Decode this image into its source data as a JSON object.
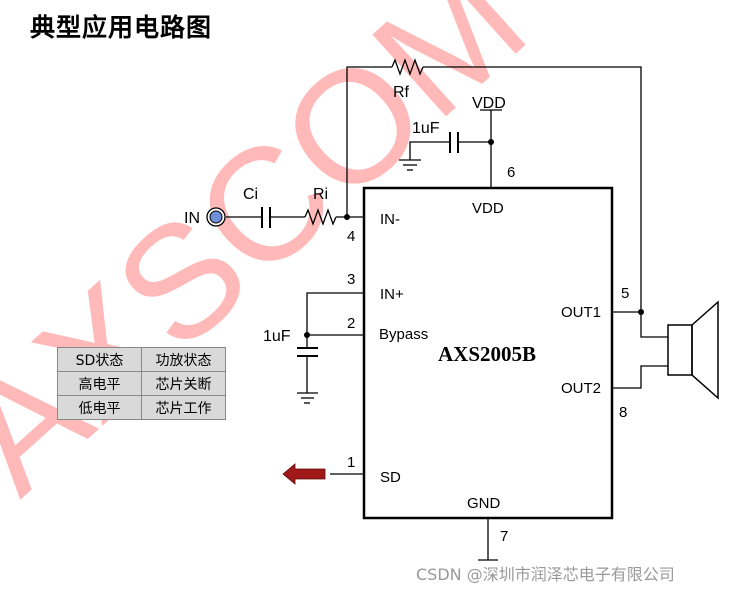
{
  "title": "典型应用电路图",
  "watermark": "AXSCOM",
  "chip": {
    "name": "AXS2005B",
    "pins": {
      "in_minus": "IN-",
      "in_plus": "IN+",
      "bypass": "Bypass",
      "sd": "SD",
      "vdd": "VDD",
      "gnd": "GND",
      "out1": "OUT1",
      "out2": "OUT2"
    },
    "pin_numbers": {
      "p1": "1",
      "p2": "2",
      "p3": "3",
      "p4": "4",
      "p5": "5",
      "p6": "6",
      "p7": "7",
      "p8": "8"
    }
  },
  "components": {
    "rf": "Rf",
    "ri": "Ri",
    "ci": "Ci",
    "c_vdd": "1uF",
    "c_bypass": "1uF",
    "vdd_label": "VDD",
    "input": "IN"
  },
  "table": {
    "rows": [
      [
        "SD状态",
        "功放状态"
      ],
      [
        "高电平",
        "芯片关断"
      ],
      [
        "低电平",
        "芯片工作"
      ]
    ]
  },
  "footer": "CSDN @深圳市润泽芯电子有限公司",
  "colors": {
    "arrow": "#a01818",
    "input_port": "#6f8fd8",
    "watermark": "#ff8080",
    "table_bg": "#d9d9d9"
  }
}
